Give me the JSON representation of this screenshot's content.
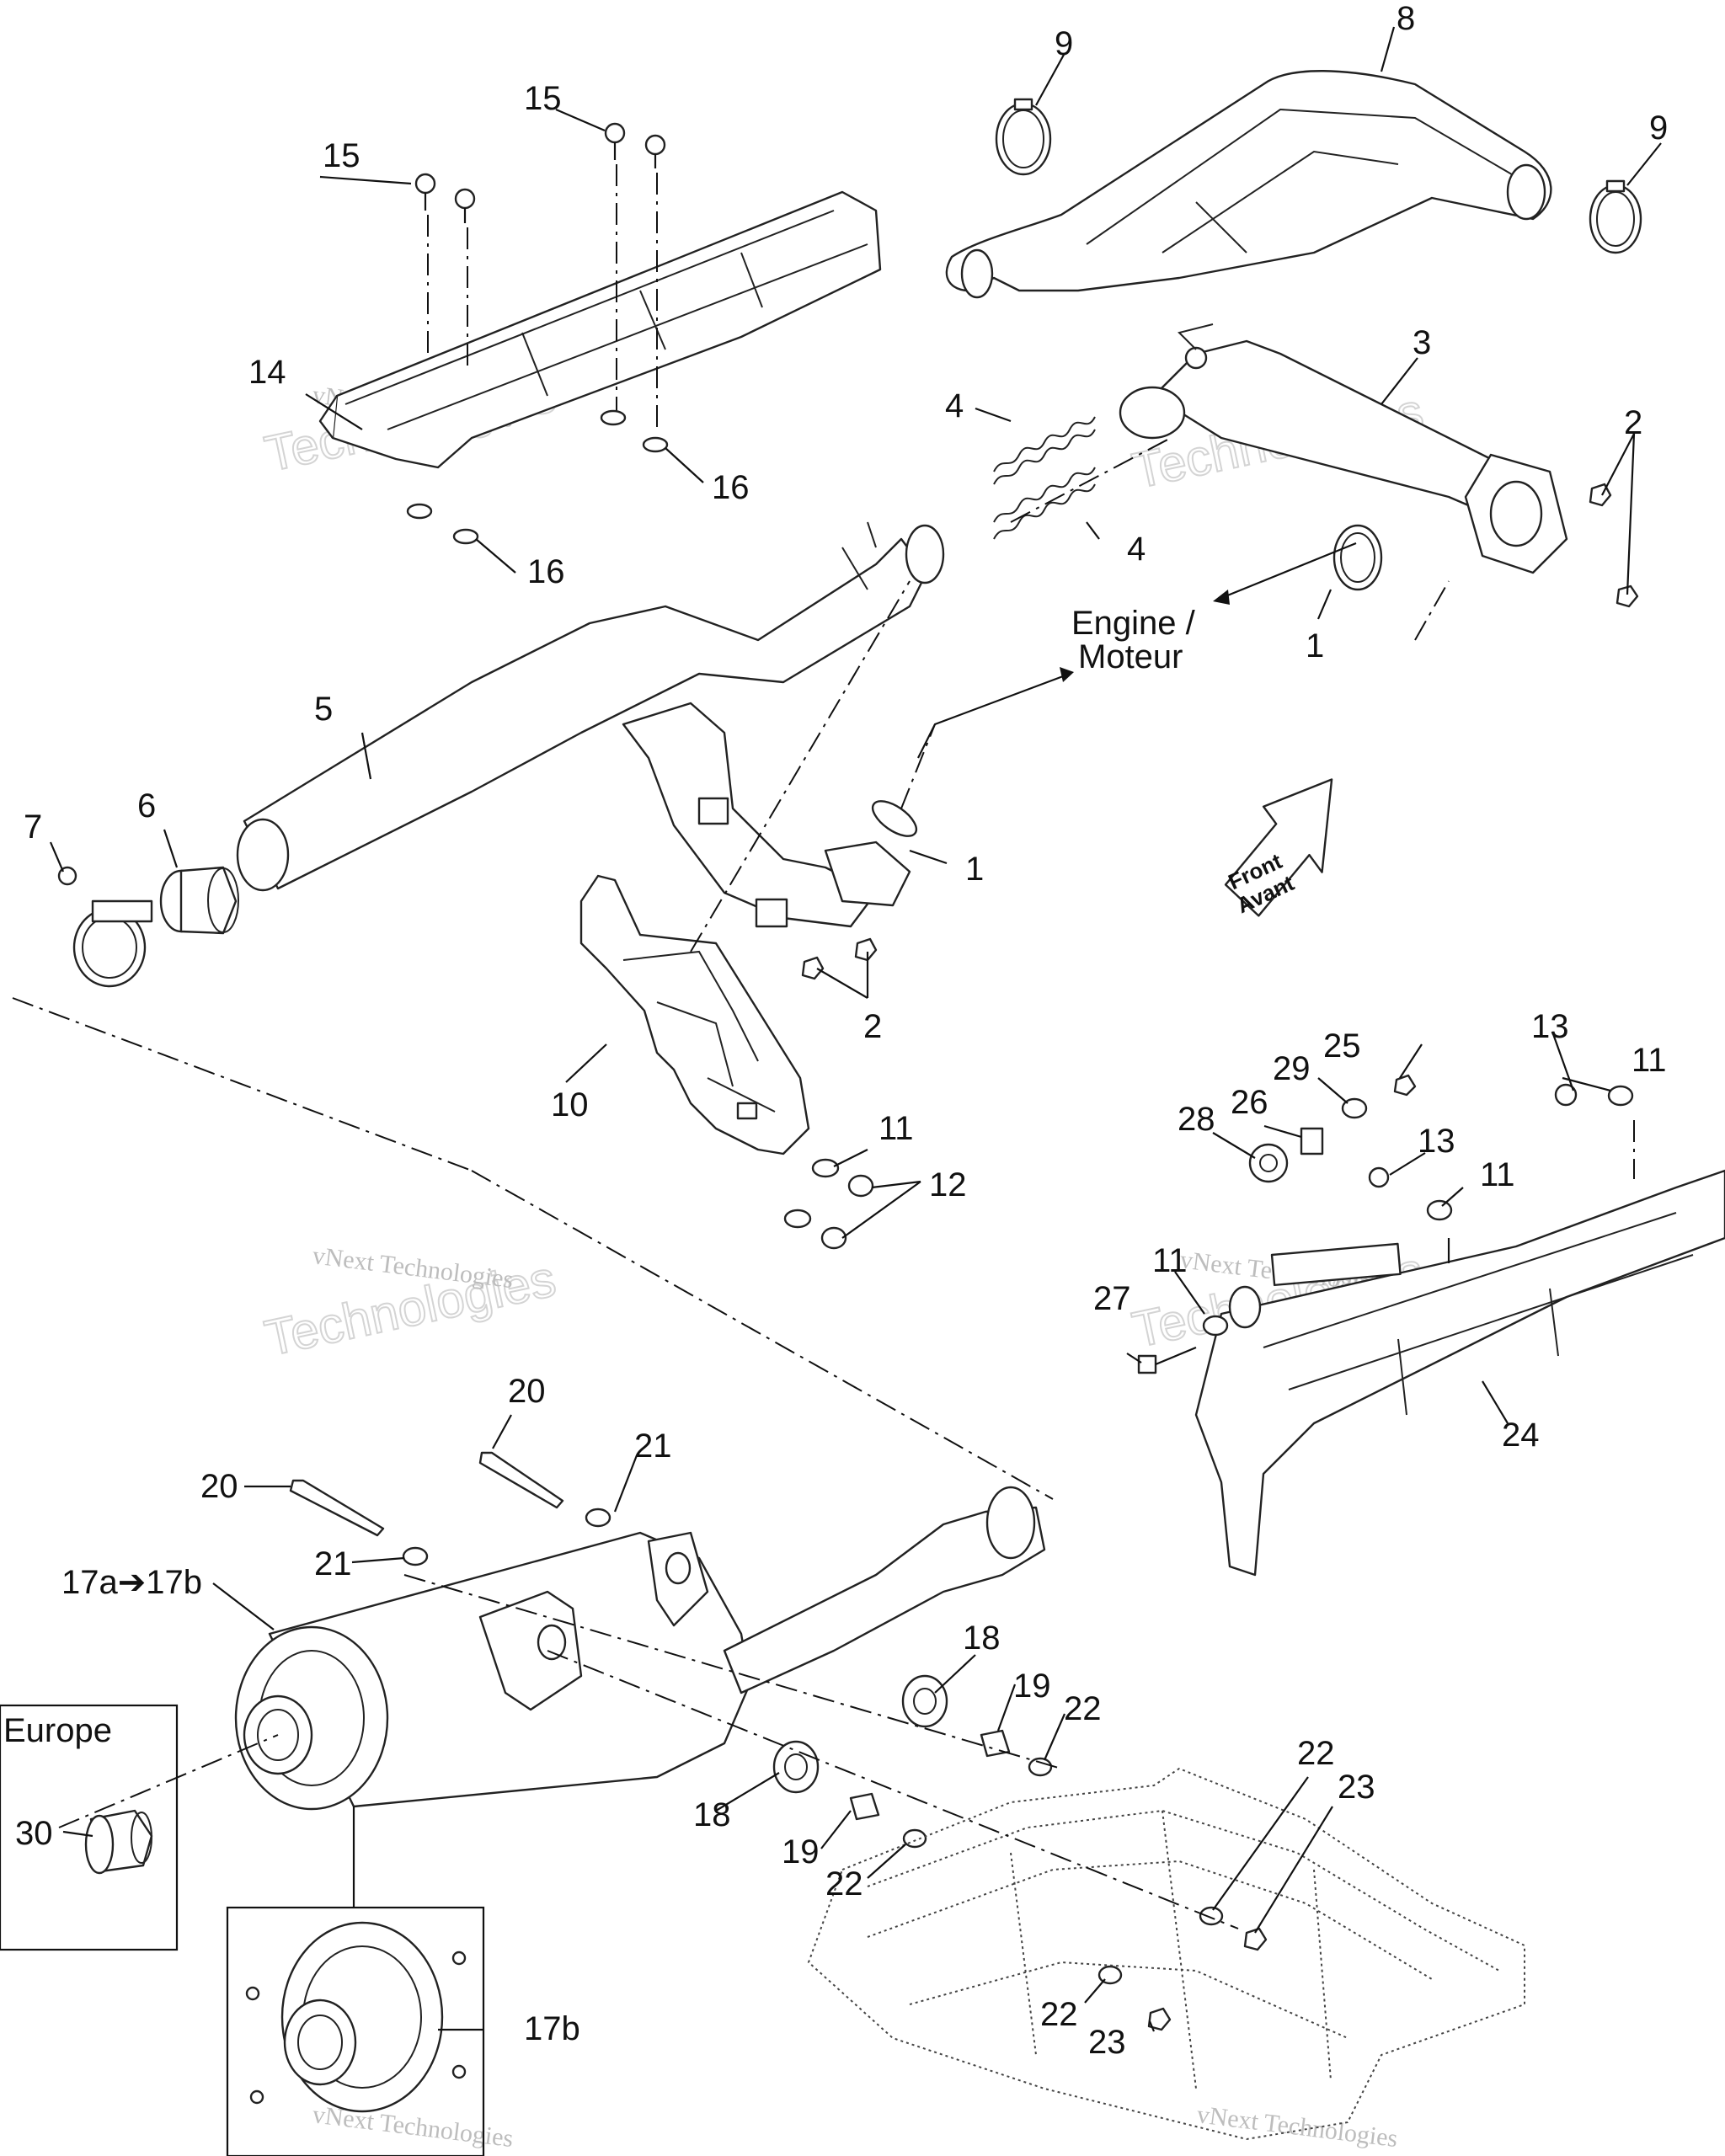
{
  "labels": {
    "p1": "1",
    "p2": "2",
    "p3": "3",
    "p4": "4",
    "p5": "5",
    "p6": "6",
    "p7": "7",
    "p8": "8",
    "p9": "9",
    "p10": "10",
    "p11": "11",
    "p12": "12",
    "p13": "13",
    "p14": "14",
    "p15": "15",
    "p16": "16",
    "p17ab": "17a➔17b",
    "p17b": "17b",
    "p18": "18",
    "p19": "19",
    "p20": "20",
    "p21": "21",
    "p22": "22",
    "p23": "23",
    "p24": "24",
    "p25": "25",
    "p26": "26",
    "p27": "27",
    "p28": "28",
    "p29": "29",
    "p30": "30"
  },
  "engine": {
    "line1": "Engine /",
    "line2": "Moteur"
  },
  "front_arrow": {
    "line1": "Front",
    "line2": "Avant"
  },
  "europe_box": {
    "title": "Europe"
  },
  "watermark": {
    "line1": "vNext",
    "line2": "Technologies",
    "small": "vNext Technologies"
  }
}
